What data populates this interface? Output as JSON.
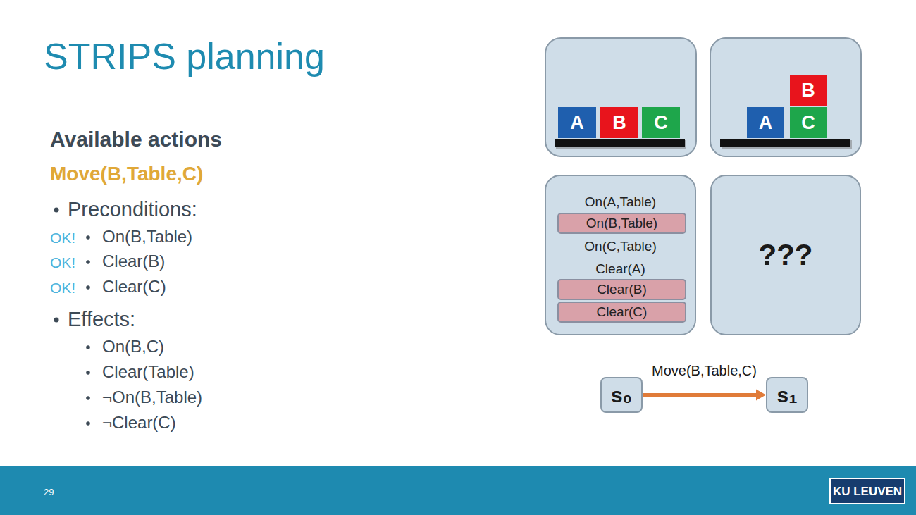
{
  "diagram": {
    "title": "STRIPS planning",
    "nodes": [
      {
        "text": [
          "A"
        ]
      },
      {
        "text": [
          "B"
        ]
      },
      {
        "text": [
          "C"
        ]
      },
      {
        "text": [
          "B"
        ]
      },
      {
        "text": [
          "A"
        ]
      },
      {
        "text": [
          "C"
        ]
      },
      {
        "text": [
          "On(A,Table)",
          "On(C,Table)",
          "Clear(A)"
        ]
      },
      {
        "text": [
          "On(B,Table)"
        ],
        "in": 6
      },
      {
        "text": [
          "Clear(B)"
        ],
        "in": 6
      },
      {
        "text": [
          "Clear(C)"
        ],
        "in": 6
      },
      {
        "text": [
          "???"
        ]
      },
      {
        "text": [
          "s₀"
        ]
      },
      {
        "text": [
          "s₁"
        ]
      }
    ],
    "edges": [
      {
        "from": 11,
        "to": 12,
        "arrow": "to",
        "label": "Move(B,Table,C)"
      }
    ],
    "labels": [
      "Available actions",
      "Move(B,Table,C)",
      "Preconditions:",
      "OK!",
      "On(B,Table)",
      "OK!",
      "Clear(B)",
      "OK!",
      "Clear(C)",
      "Effects:",
      "On(B,C)",
      "Clear(Table)",
      "¬On(B,Table)",
      "¬Clear(C)",
      "29",
      "KU LEUVEN"
    ]
  }
}
